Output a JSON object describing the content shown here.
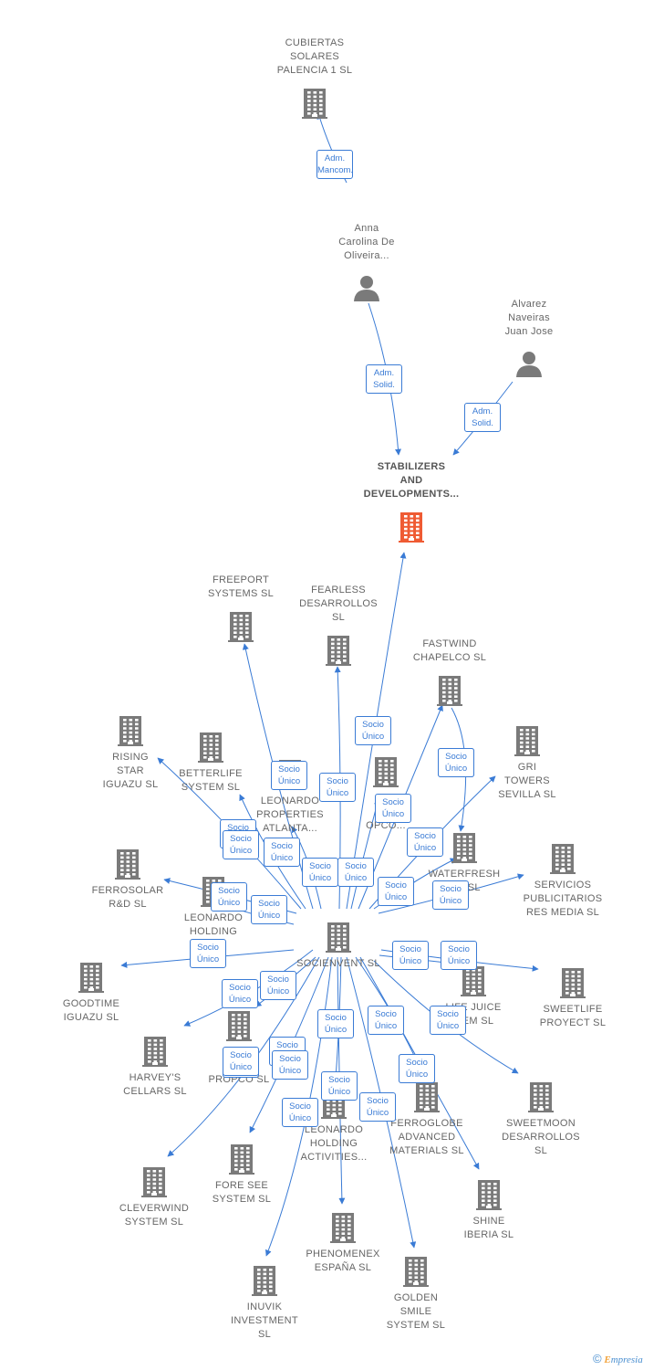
{
  "colors": {
    "edge": "#3a7bd5",
    "company": "#7a7a7a",
    "main": "#ef5b33",
    "person": "#7a7a7a"
  },
  "nodes": [
    {
      "id": "cubiertas",
      "kind": "company",
      "lines": [
        "CUBIERTAS",
        "SOLARES",
        "PALENCIA 1 SL"
      ]
    },
    {
      "id": "anna",
      "kind": "person",
      "lines": [
        "Anna",
        "Carolina De",
        "Oliveira..."
      ]
    },
    {
      "id": "alvarez",
      "kind": "person",
      "lines": [
        "Alvarez",
        "Naveiras",
        "Juan Jose"
      ]
    },
    {
      "id": "stabilizers",
      "kind": "main",
      "lines": [
        "STABILIZERS",
        "AND",
        "DEVELOPMENTS..."
      ]
    },
    {
      "id": "freeport",
      "kind": "company",
      "lines": [
        "FREEPORT",
        "SYSTEMS  SL"
      ]
    },
    {
      "id": "fearless",
      "kind": "company",
      "lines": [
        "FEARLESS",
        "DESARROLLOS",
        "SL"
      ]
    },
    {
      "id": "fastwind",
      "kind": "company",
      "lines": [
        "FASTWIND",
        "CHAPELCO  SL"
      ]
    },
    {
      "id": "rising",
      "kind": "company",
      "lines": [
        "RISING",
        "STAR",
        "IGUAZU SL"
      ]
    },
    {
      "id": "betterlife",
      "kind": "company",
      "lines": [
        "BETTERLIFE",
        "SYSTEM  SL"
      ]
    },
    {
      "id": "leonardo_prop",
      "kind": "company",
      "lines": [
        "LEONARDO",
        "PROPERTIES",
        "ATLANTA..."
      ]
    },
    {
      "id": "leonardo_opco",
      "kind": "company",
      "lines": [
        "LEO",
        "HO",
        "OPCO..."
      ]
    },
    {
      "id": "gri",
      "kind": "company",
      "lines": [
        "GRI",
        "TOWERS",
        "SEVILLA  SL"
      ]
    },
    {
      "id": "ferrosolar",
      "kind": "company",
      "lines": [
        "FERROSOLAR",
        "R&D  SL"
      ]
    },
    {
      "id": "leonardo_hold",
      "kind": "company",
      "lines": [
        "LEONARDO",
        "HOLDING",
        "A..."
      ]
    },
    {
      "id": "waterfresh",
      "kind": "company",
      "lines": [
        "WATERFRESH",
        "...N  SL"
      ]
    },
    {
      "id": "servicios",
      "kind": "company",
      "lines": [
        "SERVICIOS",
        "PUBLICITARIOS",
        "RES MEDIA  SL"
      ]
    },
    {
      "id": "socienvent",
      "kind": "company",
      "lines": [
        "SOCIENVENT SL"
      ]
    },
    {
      "id": "goodtime",
      "kind": "company",
      "lines": [
        "GOODTIME",
        "IGUAZU  SL"
      ]
    },
    {
      "id": "sweetlife",
      "kind": "company",
      "lines": [
        "SWEETLIFE",
        "PROYECT  SL"
      ]
    },
    {
      "id": "lifejuice",
      "kind": "company",
      "lines": [
        "LIFE JUICE",
        "...EM  SL"
      ]
    },
    {
      "id": "leonardo_propco",
      "kind": "company",
      "lines": [
        "LE...O",
        "H...",
        "PROPCO  SL"
      ]
    },
    {
      "id": "harveys",
      "kind": "company",
      "lines": [
        "HARVEY'S",
        "CELLARS  SL"
      ]
    },
    {
      "id": "sweetmoon",
      "kind": "company",
      "lines": [
        "SWEETMOON",
        "DESARROLLOS",
        "SL"
      ]
    },
    {
      "id": "ferroglobe",
      "kind": "company",
      "lines": [
        "FERROGLOBE",
        "ADVANCED",
        "MATERIALS  SL"
      ]
    },
    {
      "id": "leonardo_act",
      "kind": "company",
      "lines": [
        "LEONARDO",
        "HOLDING",
        "ACTIVITIES..."
      ]
    },
    {
      "id": "cleverwind",
      "kind": "company",
      "lines": [
        "CLEVERWIND",
        "SYSTEM  SL"
      ]
    },
    {
      "id": "foresee",
      "kind": "company",
      "lines": [
        "FORE SEE",
        "SYSTEM  SL"
      ]
    },
    {
      "id": "shine",
      "kind": "company",
      "lines": [
        "SHINE",
        "IBERIA  SL"
      ]
    },
    {
      "id": "phenomenex",
      "kind": "company",
      "lines": [
        "PHENOMENEX",
        "ESPAÑA  SL"
      ]
    },
    {
      "id": "golden",
      "kind": "company",
      "lines": [
        "GOLDEN",
        "SMILE",
        "SYSTEM  SL"
      ]
    },
    {
      "id": "inuvik",
      "kind": "company",
      "lines": [
        "INUVIK",
        "INVESTMENT",
        "SL"
      ]
    }
  ],
  "badges": [
    {
      "id": "b-anna-cubiertas",
      "lines": [
        "Adm.",
        "Mancom."
      ]
    },
    {
      "id": "b-anna-stab",
      "lines": [
        "Adm.",
        "Solid."
      ]
    },
    {
      "id": "b-alvarez-stab",
      "lines": [
        "Adm.",
        "Solid."
      ]
    },
    {
      "id": "b-stab",
      "lines": [
        "Socio",
        "Único"
      ]
    },
    {
      "id": "b-freeport",
      "lines": [
        "Socio",
        "Único"
      ]
    },
    {
      "id": "b-fearless",
      "lines": [
        "Socio",
        "Único"
      ]
    },
    {
      "id": "b-fastwind",
      "lines": [
        "Socio",
        "Único"
      ]
    },
    {
      "id": "b-fastwind2",
      "lines": [
        "Socio",
        "Único"
      ]
    },
    {
      "id": "b-rising",
      "lines": [
        "Socio",
        "Único"
      ]
    },
    {
      "id": "b-betterlife",
      "lines": [
        "Socio",
        "Único"
      ]
    },
    {
      "id": "b-leoprop",
      "lines": [
        "Socio",
        "Único"
      ]
    },
    {
      "id": "b-leoopco",
      "lines": [
        "Socio",
        "Único"
      ]
    },
    {
      "id": "b-gri",
      "lines": [
        "Socio",
        "Único"
      ]
    },
    {
      "id": "b-waterfresh",
      "lines": [
        "Socio",
        "Único"
      ]
    },
    {
      "id": "b-servicios",
      "lines": [
        "Socio",
        "Único"
      ]
    },
    {
      "id": "b-center1",
      "lines": [
        "Socio",
        "Único"
      ]
    },
    {
      "id": "b-center2",
      "lines": [
        "Socio",
        "Único"
      ]
    },
    {
      "id": "b-ferrosolar",
      "lines": [
        "Socio",
        "Único"
      ]
    },
    {
      "id": "b-leohold",
      "lines": [
        "Socio",
        "Único"
      ]
    },
    {
      "id": "b-goodtime",
      "lines": [
        "Socio",
        "Único"
      ]
    },
    {
      "id": "b-sweetlife",
      "lines": [
        "Socio",
        "Único"
      ]
    },
    {
      "id": "b-lifejuice",
      "lines": [
        "Socio",
        "Único"
      ]
    },
    {
      "id": "b-sweetmoon",
      "lines": [
        "Socio",
        "Único"
      ]
    },
    {
      "id": "b-harveys",
      "lines": [
        "Socio",
        "Único"
      ]
    },
    {
      "id": "b-propco",
      "lines": [
        "Socio",
        "Único"
      ]
    },
    {
      "id": "b-leoact",
      "lines": [
        "Socio",
        "Único"
      ]
    },
    {
      "id": "b-ferroglobe",
      "lines": [
        "Socio",
        "Único"
      ]
    },
    {
      "id": "b-shine",
      "lines": [
        "Socio",
        "Único"
      ]
    },
    {
      "id": "b-cleverwind",
      "lines": [
        "Socio",
        "Único"
      ]
    },
    {
      "id": "b-foresee",
      "lines": [
        "Socio",
        "Único"
      ]
    },
    {
      "id": "b-inuvik",
      "lines": [
        "Socio",
        "Único"
      ]
    },
    {
      "id": "b-phenomenex",
      "lines": [
        "Socio",
        "Único"
      ]
    },
    {
      "id": "b-golden",
      "lines": [
        "Socio",
        "Único"
      ]
    },
    {
      "id": "b-extra1",
      "lines": [
        "Socio",
        "Único"
      ]
    },
    {
      "id": "b-extra2",
      "lines": [
        "Socio",
        "Único"
      ]
    },
    {
      "id": "b-extra3",
      "lines": [
        "Socio",
        "Único"
      ]
    }
  ],
  "copyright": {
    "symbol": "©",
    "brand_first": "E",
    "brand_rest": "mpresia"
  }
}
